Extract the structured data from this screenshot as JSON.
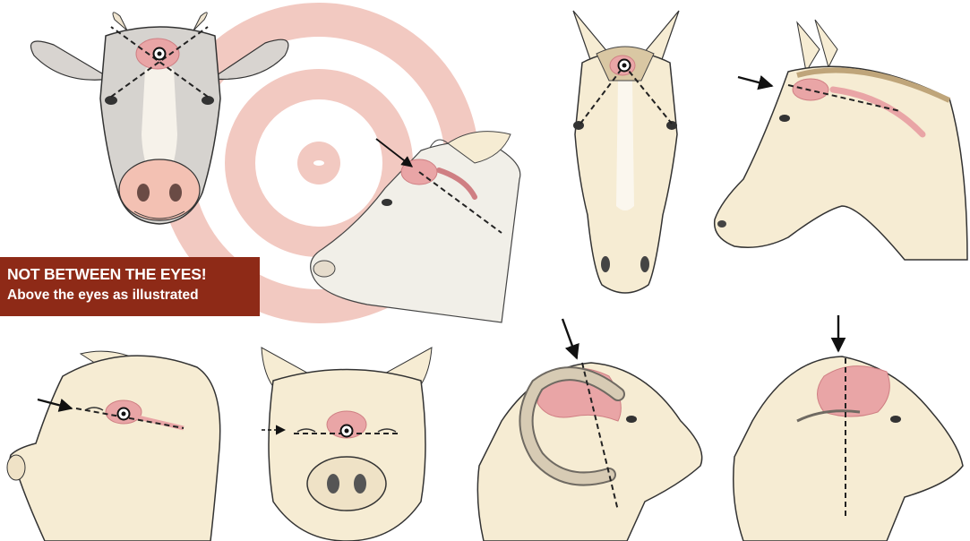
{
  "warning": {
    "line1": "NOT BETWEEN THE EYES!",
    "line2": "Above the eyes as illustrated"
  },
  "colors": {
    "skin": "#f6ecd3",
    "skin_shade": "#e5d2a8",
    "brain": "#e9a5a6",
    "brain_dark": "#cf7f83",
    "target_ring": "#f2c9c1",
    "cow_patch": "#c9c6c3",
    "nose_pink": "#f3c1b3",
    "warning_bg": "#8e2a17"
  },
  "animals": [
    "cow-front",
    "cow-side",
    "horse-front",
    "horse-side",
    "pig-side",
    "pig-front",
    "ram-horned",
    "sheep-polled"
  ]
}
